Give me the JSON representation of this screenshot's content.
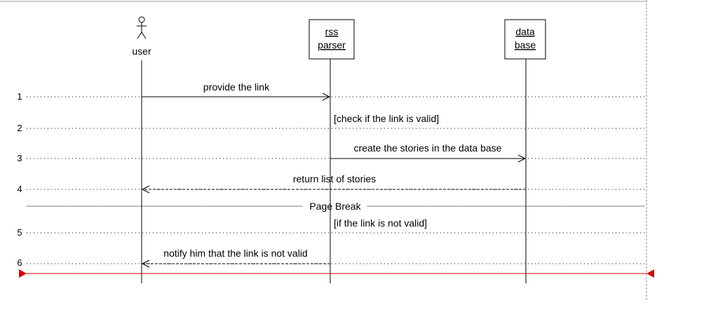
{
  "actors": {
    "user": {
      "label": "user"
    },
    "rss_parser": {
      "label_line1": "rss",
      "label_line2": "parser"
    },
    "data_base": {
      "label_line1": "data",
      "label_line2": "base"
    }
  },
  "steps": [
    "1",
    "2",
    "3",
    "4",
    "5",
    "6"
  ],
  "messages": {
    "provide_link": "provide the link",
    "check_valid": "[check if the link is valid]",
    "create_stories": "create the stories in the data base",
    "return_list": "return list of stories",
    "page_break": "Page Break",
    "not_valid": "[if the link is not valid]",
    "notify": "notify him that the link is not valid"
  },
  "colors": {
    "line": "#000000",
    "marker": "#e00000",
    "border_gray": "#999999"
  }
}
